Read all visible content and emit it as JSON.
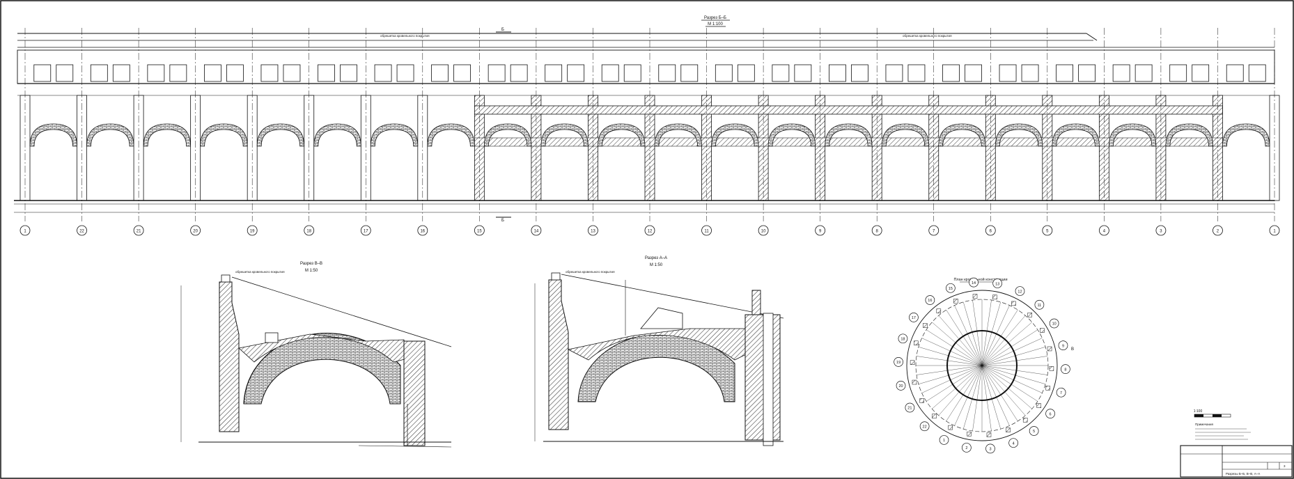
{
  "colors": {
    "line": "#111111",
    "hatch": "#555555",
    "paper": "#ffffff"
  },
  "elevation": {
    "title": "Разрез Б–Б",
    "scale": "М 1:100",
    "axis_labels": [
      "1",
      "22",
      "21",
      "20",
      "19",
      "18",
      "17",
      "16",
      "15",
      "14",
      "13",
      "12",
      "11",
      "10",
      "9",
      "8",
      "7",
      "6",
      "5",
      "4",
      "3",
      "2",
      "1"
    ],
    "top_notes": [
      "обрешетка кровельного покрытия",
      "обрешетка кровельного покрытия"
    ],
    "section_marks": [
      "Б",
      "Б"
    ]
  },
  "section_v": {
    "title": "Разрез В–В",
    "scale": "М 1:50",
    "note": "обрешетка кровельного покрытия"
  },
  "section_a": {
    "title": "Разрез А–А",
    "scale": "М 1:50",
    "note": "обрешетка кровельного покрытия"
  },
  "plan": {
    "title": "План кровельной конструкции",
    "ring_labels": [
      "1",
      "2",
      "3",
      "4",
      "5",
      "6",
      "7",
      "8",
      "9",
      "10",
      "11",
      "12",
      "13",
      "14",
      "15",
      "16",
      "17",
      "18",
      "19",
      "20",
      "21",
      "22"
    ],
    "section_mark": "В"
  },
  "legend": {
    "scale": "1:100",
    "heading": "Примечания"
  },
  "stamp": {
    "title": "Разрезы Б–Б, В–В, А–А",
    "sheet": "3"
  }
}
